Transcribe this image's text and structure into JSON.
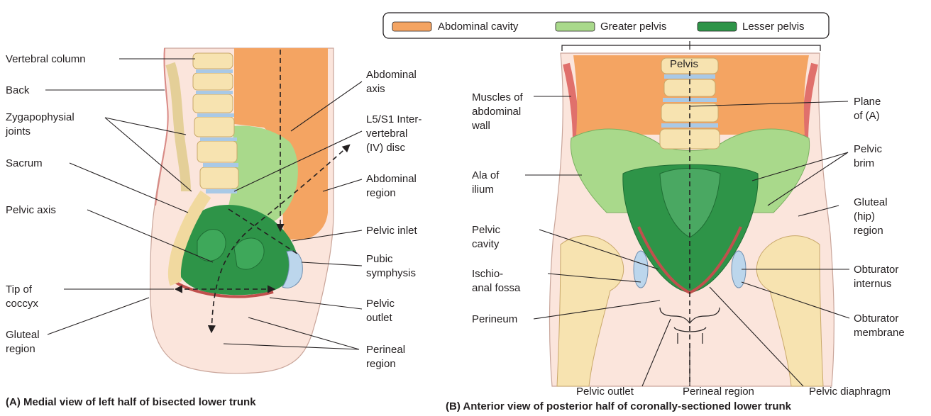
{
  "colors": {
    "abdominal_cavity": "#f4a462",
    "greater_pelvis": "#a9d98b",
    "lesser_pelvis": "#2e9448",
    "bone": "#f7e3b0",
    "skin": "#fbe5dc",
    "muscle": "#e0706c",
    "membrane": "#bcd6ec",
    "ink": "#231f20"
  },
  "legend": {
    "abdominal_cavity": "Abdominal cavity",
    "greater_pelvis": "Greater pelvis",
    "lesser_pelvis": "Lesser pelvis"
  },
  "panel_a": {
    "caption": "(A)  Medial view of left half of bisected lower trunk",
    "left_labels": {
      "vertebral_column": "Vertebral column",
      "back": "Back",
      "zygapophysial": [
        "Zygapophysial",
        "joints"
      ],
      "sacrum": "Sacrum",
      "pelvic_axis": "Pelvic axis",
      "tip_of_coccyx": [
        "Tip of",
        "coccyx"
      ],
      "gluteal_region": [
        "Gluteal",
        "region"
      ]
    },
    "right_labels": {
      "abdominal_axis": [
        "Abdominal",
        "axis"
      ],
      "ivdisc": [
        "L5/S1 Inter-",
        "vertebral",
        "(IV) disc"
      ],
      "abdominal_region": [
        "Abdominal",
        "region"
      ],
      "pelvic_inlet": "Pelvic inlet",
      "pubic_symphysis": [
        "Pubic",
        "symphysis"
      ],
      "pelvic_outlet": [
        "Pelvic",
        "outlet"
      ],
      "perineal_region": [
        "Perineal",
        "region"
      ]
    }
  },
  "panel_b": {
    "caption": "(B)  Anterior view of posterior half of coronally-sectioned lower trunk",
    "top_label": "Pelvis",
    "left_labels": {
      "muscles": [
        "Muscles of",
        "abdominal",
        "wall"
      ],
      "ala": [
        "Ala of",
        "ilium"
      ],
      "pelvic_cavity": [
        "Pelvic",
        "cavity"
      ],
      "ischio": [
        "Ischio-",
        "anal fossa"
      ],
      "perineum": "Perineum"
    },
    "right_labels": {
      "plane": [
        "Plane",
        "of (A)"
      ],
      "pelvic_brim": [
        "Pelvic",
        "brim"
      ],
      "gluteal": [
        "Gluteal",
        "(hip)",
        "region"
      ],
      "obturator_internus": [
        "Obturator",
        "internus"
      ],
      "obturator_membrane": [
        "Obturator",
        "membrane"
      ]
    },
    "bottom_labels": {
      "pelvic_outlet": "Pelvic outlet",
      "perineal_region": "Perineal region",
      "pelvic_diaphragm": "Pelvic diaphragm"
    }
  }
}
